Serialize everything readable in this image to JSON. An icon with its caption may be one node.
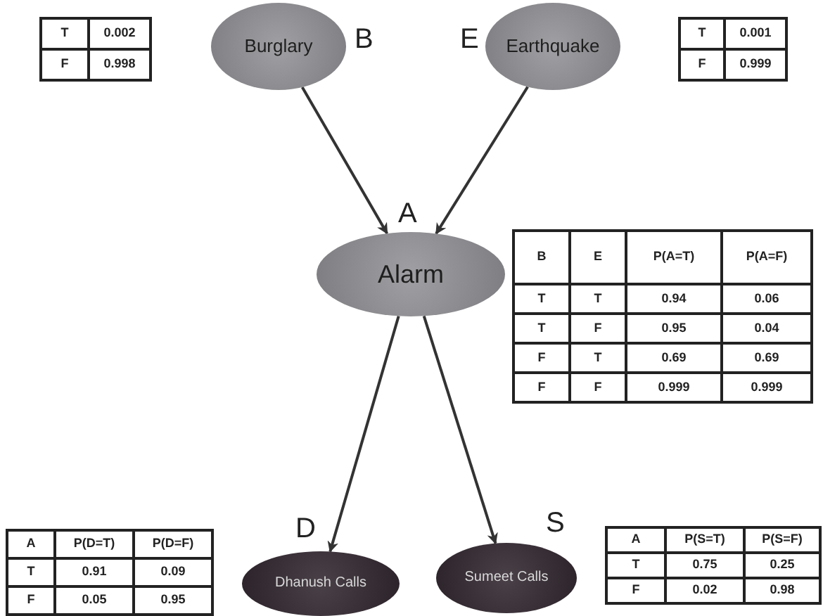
{
  "diagram": {
    "nodes": [
      {
        "text": [
          "Burglary"
        ],
        "beside": [
          "B"
        ]
      },
      {
        "text": [
          "Earthquake"
        ],
        "beside": [
          "E"
        ]
      },
      {
        "text": [
          "Alarm"
        ],
        "beside": [
          "A"
        ]
      },
      {
        "text": [
          "Dhanush Calls"
        ],
        "beside": [
          "D"
        ]
      },
      {
        "text": [
          "Sumeet Calls"
        ],
        "beside": [
          "S"
        ]
      }
    ],
    "edges": [
      {
        "from": 0,
        "to": 2,
        "arrow": "to"
      },
      {
        "from": 1,
        "to": 2,
        "arrow": "to"
      },
      {
        "from": 2,
        "to": 3,
        "arrow": "to"
      },
      {
        "from": 2,
        "to": 4,
        "arrow": "to"
      }
    ],
    "labels": [
      "T",
      "0.002",
      "F",
      "0.998",
      "T",
      "0.001",
      "F",
      "0.999",
      "B",
      "E",
      "P(A=T)",
      "P(A=F)",
      "T",
      "T",
      "0.94",
      "0.06",
      "T",
      "F",
      "0.95",
      "0.04",
      "F",
      "T",
      "0.69",
      "0.69",
      "F",
      "F",
      "0.999",
      "0.999",
      "A",
      "P(D=T)",
      "P(D=F)",
      "T",
      "0.91",
      "0.09",
      "F",
      "0.05",
      "0.95",
      "A",
      "P(S=T)",
      "P(S=F)",
      "T",
      "0.75",
      "0.25",
      "F",
      "0.02",
      "0.98"
    ]
  }
}
